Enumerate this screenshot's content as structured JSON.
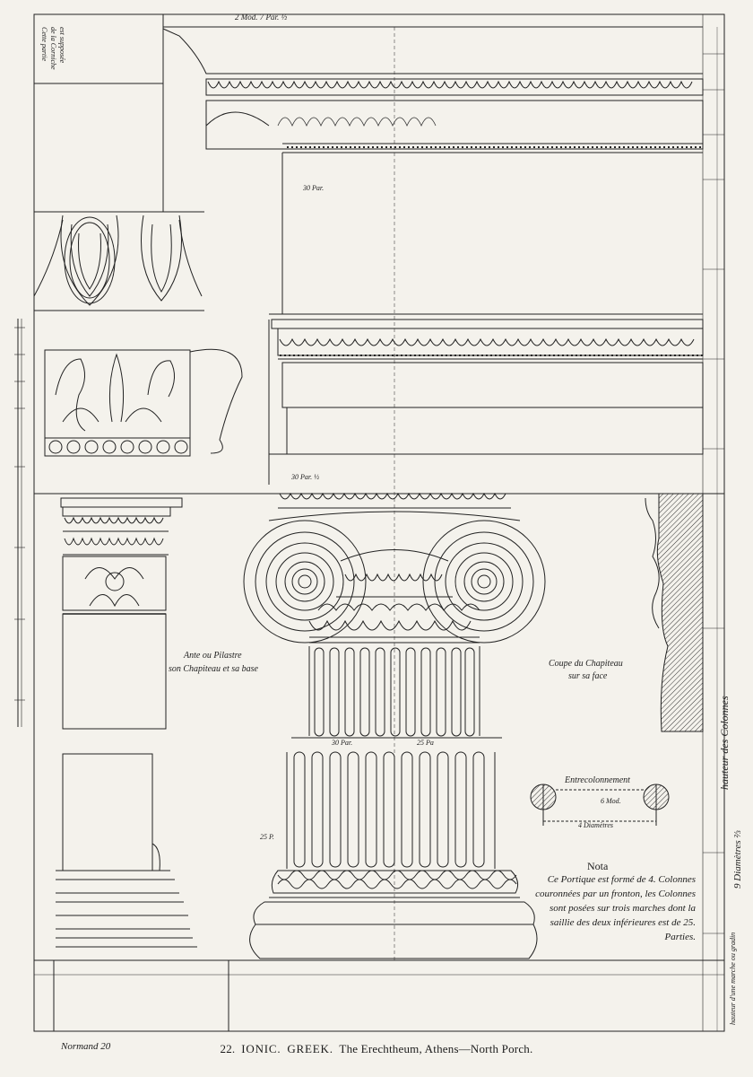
{
  "plate": {
    "publisher_mark": "Normand 20",
    "caption": {
      "number": "22.",
      "order": "IONIC.",
      "style": "GREEK.",
      "subject": "The Erechtheum, Athens—North Porch."
    }
  },
  "labels": {
    "top_module": "2 Mod. 7 Par. ½",
    "corniche_note": [
      "Cette partie",
      "de la Corniche",
      "est supposée"
    ],
    "entablature_30par_top": "30 Par.",
    "entablature_30par_mid": "30 Par. ½",
    "ante_label_line1": "Ante ou Pilastre",
    "ante_label_line2": "son Chapiteau et sa base",
    "coupe_line1": "Coupe du Chapiteau",
    "coupe_line2": "sur sa face",
    "shaft_30par": "30 Par.",
    "shaft_25par": "25 Pa",
    "entrecolonnement": "Entrecolonnement",
    "entre_mod": "6 Mod.",
    "entre_diam": "4 Diamètres",
    "base_label": "25 P.",
    "hauteur_col_1": "hauteur des Colonnes",
    "hauteur_col_2": "9 Diamètres ⅔",
    "hauteur_marche": "hauteur d'une marche ou gradin",
    "nota_title": "Nota",
    "nota_body": "Ce Portique est formé de 4. Colonnes couronnées par un fronton, les Colonnes sont posées sur trois marches dont la saillie des deux inférieures est de 25. Parties."
  },
  "colors": {
    "paper": "#f4f2ec",
    "ink": "#1c1c1c"
  }
}
